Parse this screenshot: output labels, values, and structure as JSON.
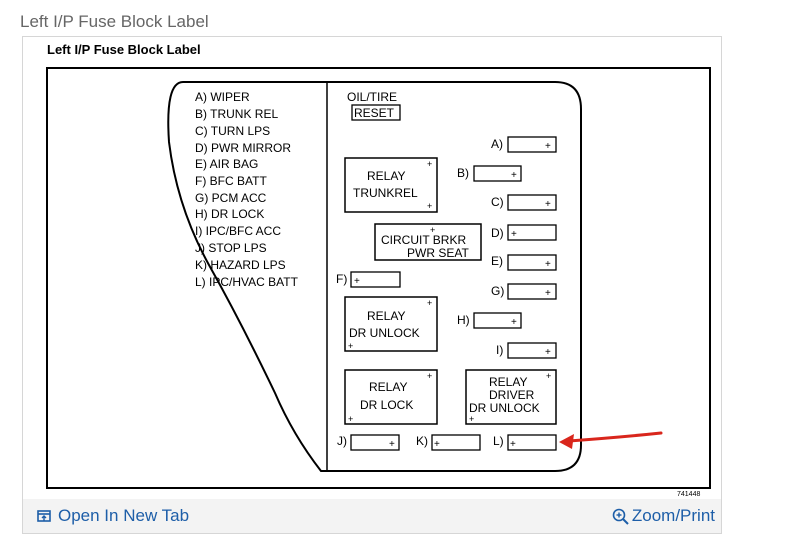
{
  "page": {
    "title": "Left I/P Fuse Block Label"
  },
  "figure": {
    "heading": "Left I/P Fuse Block Label",
    "legend": [
      "A) WIPER",
      "B) TRUNK REL",
      "C) TURN LPS",
      "D) PWR MIRROR",
      "E) AIR BAG",
      "F) BFC BATT",
      "G) PCM ACC",
      "H) DR LOCK",
      "I) IPC/BFC ACC",
      "J) STOP LPS",
      "K) HAZARD LPS",
      "L) IPC/HVAC BATT"
    ],
    "oil_tire": "OIL/TIRE",
    "reset": "RESET",
    "relays": {
      "trunk_rel": [
        "RELAY",
        "TRUNKREL"
      ],
      "circuit_brkr": [
        "CIRCUIT BRKR",
        "PWR SEAT"
      ],
      "dr_unlock": [
        "RELAY",
        "DR UNLOCK"
      ],
      "dr_lock": [
        "RELAY",
        "DR LOCK"
      ],
      "driver_dr_unlock": [
        "RELAY",
        "DRIVER",
        "DR UNLOCK"
      ]
    },
    "fuse_labels": {
      "A": "A)",
      "B": "B)",
      "C": "C)",
      "D": "D)",
      "E": "E)",
      "F": "F)",
      "G": "G)",
      "H": "H)",
      "I": "I)",
      "J": "J)",
      "K": "K)",
      "L": "L)"
    },
    "plus_sign": "+",
    "figure_number": "741448",
    "annotation_color": "#d9261c"
  },
  "footer": {
    "open_label": "Open In New Tab",
    "zoom_label": "Zoom/Print",
    "link_color": "#1d5ea8"
  }
}
